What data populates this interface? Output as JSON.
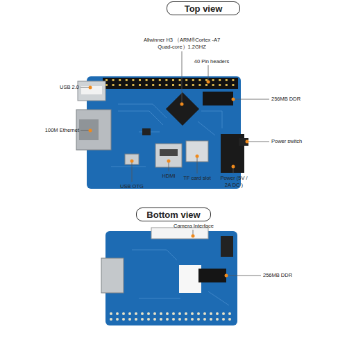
{
  "diagram": {
    "nodes": [
      {
        "text": [
          "Top view"
        ]
      },
      {
        "text": [
          "Bottom view"
        ]
      }
    ],
    "labels": [
      "Allwinner H3 （ARM®Cortex -A7 Quad-core）1.2GHZ",
      "40 Pin headers",
      "USB 2.0",
      "256MB DDR",
      "100M Ethernet",
      "Power switch",
      "USB OTG",
      "HDMI",
      "TF card slot",
      "Power (5V / 2A DC )",
      "Camera Interface",
      "256MB DDR"
    ]
  }
}
